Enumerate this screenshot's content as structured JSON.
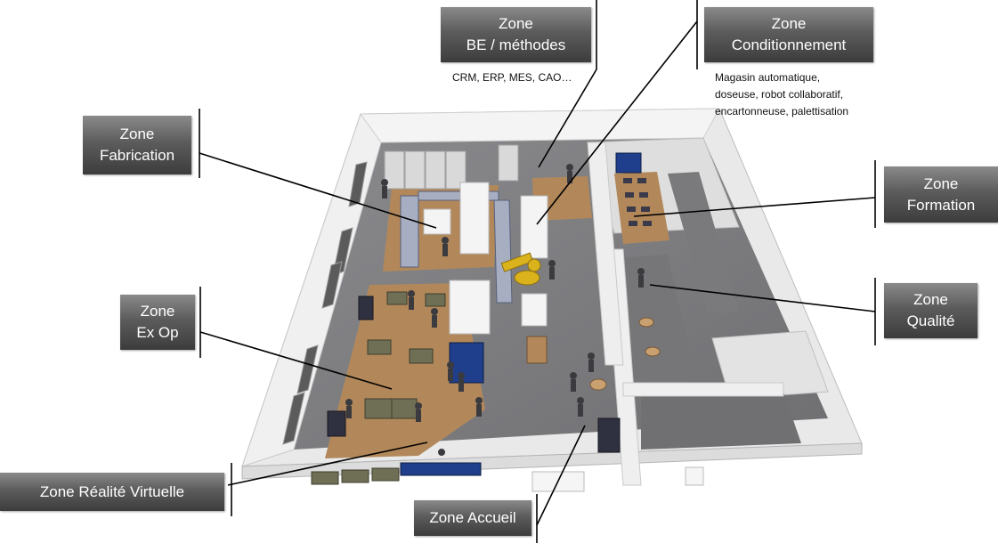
{
  "zones": {
    "be_methodes": {
      "line1": "Zone",
      "line2": "BE / méthodes",
      "note": "CRM, ERP, MES, CAO…"
    },
    "conditionnement": {
      "line1": "Zone",
      "line2": "Conditionnement",
      "note_lines": [
        "Magasin automatique,",
        "doseuse, robot collaboratif,",
        "encartonneuse, palettisation"
      ]
    },
    "fabrication": {
      "line1": "Zone",
      "line2": "Fabrication"
    },
    "formation": {
      "line1": "Zone",
      "line2": "Formation"
    },
    "ex_op": {
      "line1": "Zone",
      "line2": "Ex Op"
    },
    "qualite": {
      "line1": "Zone",
      "line2": "Qualité"
    },
    "realite_virtuelle": {
      "line1": "Zone Réalité Virtuelle"
    },
    "accueil": {
      "line1": "Zone Accueil"
    }
  },
  "colors": {
    "label_gradient_top": "#8a8a8a",
    "label_gradient_bottom": "#3c3c3c",
    "floor": "#7f7f82",
    "wood": "#b2885a",
    "wall": "#e6e6e6",
    "robot": "#d9b21c",
    "screen_blue": "#1f3f8c",
    "connector": "#000000"
  }
}
